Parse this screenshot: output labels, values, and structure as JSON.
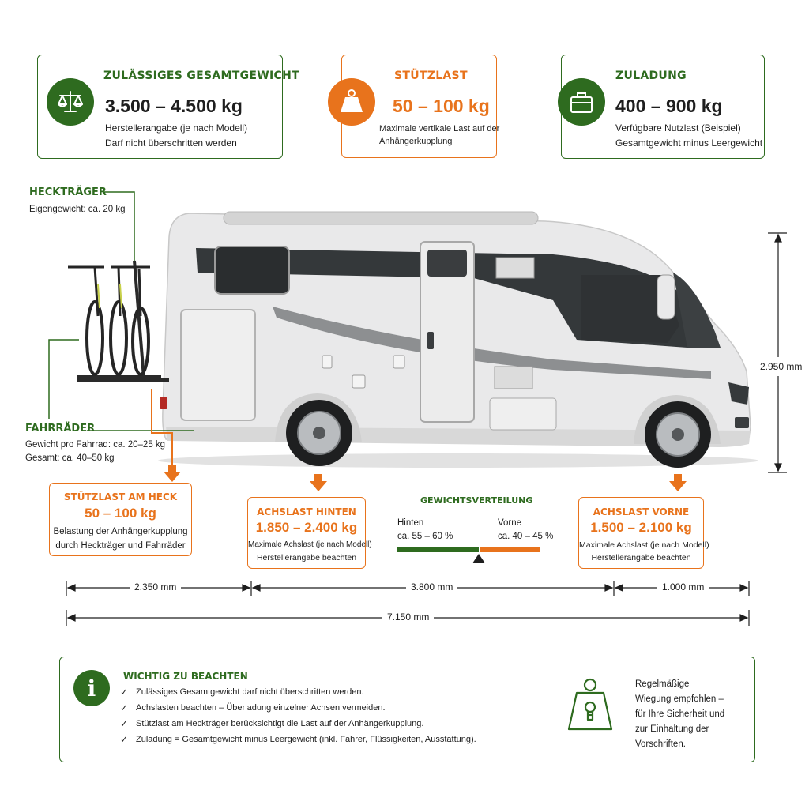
{
  "cards": {
    "gesamtgewicht": {
      "title": "ZULÄSSIGES GESAMTGEWICHT",
      "value": "3.500 – 4.500 kg",
      "line1": "Herstellerangabe (je nach Modell)",
      "line2": "Darf nicht überschritten werden",
      "icon": "scale-icon"
    },
    "stuetzlast": {
      "title": "STÜTZLAST",
      "value": "50 – 100 kg",
      "line1": "Maximale vertikale Last auf der",
      "line2": "Anhängerkupplung",
      "icon": "weight-icon"
    },
    "zuladung": {
      "title": "ZULADUNG",
      "value": "400 – 900 kg",
      "line1": "Verfügbare Nutzlast (Beispiel)",
      "line2": "Gesamtgewicht minus Leergewicht",
      "icon": "suitcase-icon"
    }
  },
  "labels": {
    "heckträger": {
      "title": "HECKTRÄGER",
      "line1": "Eigengewicht: ca. 20 kg"
    },
    "fahrraeder": {
      "title": "FAHRRÄDER",
      "line1": "Gewicht pro Fahrrad: ca. 20–25 kg",
      "line2": "Gesamt: ca. 40–50 kg"
    },
    "height": "2.950 mm"
  },
  "boxes": {
    "stuetzlast_heck": {
      "title": "STÜTZLAST AM HECK",
      "value": "50 – 100 kg",
      "line1": "Belastung der Anhängerkupplung",
      "line2": "durch Heckträger und Fahrräder"
    },
    "achslast_hinten": {
      "title": "ACHSLAST HINTEN",
      "value": "1.850 – 2.400 kg",
      "line1": "Maximale Achslast (je nach Modell)",
      "line2": "Herstellerangabe beachten"
    },
    "achslast_vorne": {
      "title": "ACHSLAST VORNE",
      "value": "1.500 – 2.100 kg",
      "line1": "Maximale Achslast (je nach Modell)",
      "line2": "Herstellerangabe beachten"
    }
  },
  "distribution": {
    "title": "GEWICHTSVERTEILUNG",
    "rear_label": "Hinten",
    "rear_value": "ca. 55 – 60 %",
    "front_label": "Vorne",
    "front_value": "ca. 40 – 45 %",
    "rear_share": 0.575
  },
  "dimensions": {
    "overhang_rear": "2.350 mm",
    "wheelbase": "3.800 mm",
    "overhang_front": "1.000 mm",
    "total": "7.150 mm"
  },
  "notes": {
    "title": "WICHTIG ZU BEACHTEN",
    "items": [
      "Zulässiges Gesamtgewicht darf nicht überschritten werden.",
      "Achslasten beachten – Überladung einzelner Achsen vermeiden.",
      "Stützlast am Heckträger berücksichtigt die Last auf der Anhängerkupplung.",
      "Zuladung = Gesamtgewicht minus Leergewicht (inkl. Fahrer, Flüssigkeiten, Ausstattung)."
    ],
    "side_lines": [
      "Regelmäßige",
      "Wiegung empfohlen –",
      "für Ihre Sicherheit und",
      "zur Einhaltung der",
      "Vorschriften."
    ],
    "info_icon": "info-icon",
    "side_icon": "weight-lock-icon"
  },
  "colors": {
    "green": "#2e6b1f",
    "orange": "#e8731c",
    "body": "#e9e9ea",
    "dark": "#2f3234"
  }
}
